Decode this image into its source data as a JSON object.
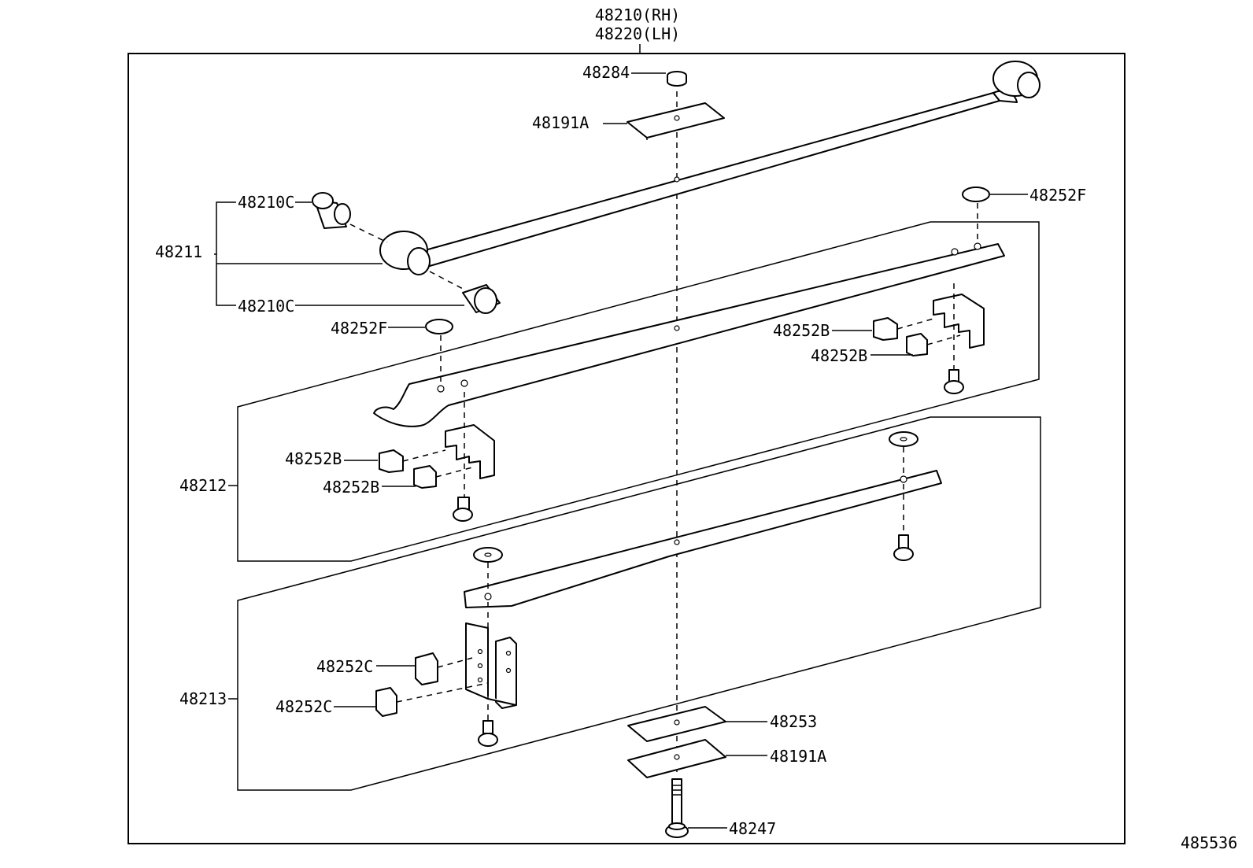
{
  "labels": {
    "spring_rh": "48210(RH)",
    "spring_lh": "48220(LH)",
    "p48284": "48284",
    "p48191A_top": "48191A",
    "p48210C_top": "48210C",
    "p48211": "48211",
    "p48210C_bottom": "48210C",
    "p48252F_right": "48252F",
    "p48252F_left": "48252F",
    "p48252B_r1": "48252B",
    "p48252B_r2": "48252B",
    "p48252B_l1": "48252B",
    "p48252B_l2": "48252B",
    "p48212": "48212",
    "p48252C_1": "48252C",
    "p48252C_2": "48252C",
    "p48213": "48213",
    "p48253": "48253",
    "p48191A_bottom": "48191A",
    "p48247": "48247",
    "figure_number": "485536"
  }
}
